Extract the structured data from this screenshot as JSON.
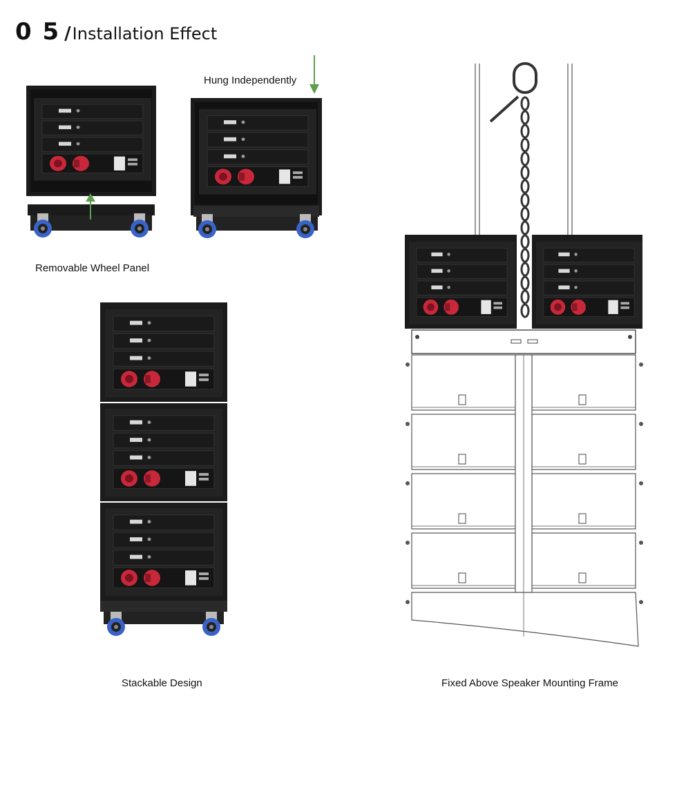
{
  "header": {
    "number": "0 5",
    "slash": "/",
    "title": "Installation Effect"
  },
  "labels": {
    "hung": "Hung Independently",
    "wheel": "Removable Wheel Panel",
    "stack": "Stackable Design",
    "frame": "Fixed Above Speaker Mounting Frame"
  },
  "colors": {
    "arrow": "#5f9e4d",
    "plug": "#c8283a",
    "wheel": "#3a63c7",
    "cabinet": "#1b1b1b"
  }
}
